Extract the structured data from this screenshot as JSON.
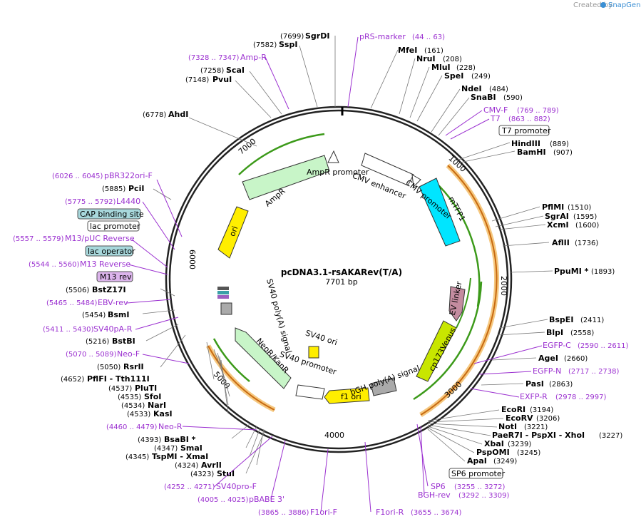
{
  "header": {
    "credit_prefix": "Created by",
    "credit_brand": "SnapGene"
  },
  "plasmid": {
    "name": "pcDNA3.1-rsAKARev(T/A)",
    "length_label": "7701 bp"
  },
  "ticks": [
    "1000",
    "2000",
    "3000",
    "4000",
    "5000",
    "6000",
    "7000"
  ],
  "sites": [
    {
      "name": "SgrDI",
      "pos": "(7699)"
    },
    {
      "name": "SspI",
      "pos": "(7582)"
    },
    {
      "name": "ScaI",
      "pos": "(7258)"
    },
    {
      "name": "PvuI",
      "pos": "(7148)"
    },
    {
      "name": "AhdI",
      "pos": "(6778)"
    },
    {
      "name": "PciI",
      "pos": "(5885)"
    },
    {
      "name": "BstZ17I",
      "pos": "(5506)"
    },
    {
      "name": "BsmI",
      "pos": "(5454)"
    },
    {
      "name": "BstBI",
      "pos": "(5216)"
    },
    {
      "name": "RsrII",
      "pos": "(5050)"
    },
    {
      "name": "PflFI - Tth111I",
      "pos": "(4652)"
    },
    {
      "name": "PluTI",
      "pos": "(4537)"
    },
    {
      "name": "SfoI",
      "pos": "(4535)"
    },
    {
      "name": "NarI",
      "pos": "(4534)"
    },
    {
      "name": "KasI",
      "pos": "(4533)"
    },
    {
      "name": "BsaBI *",
      "pos": "(4393)"
    },
    {
      "name": "SmaI",
      "pos": "(4347)"
    },
    {
      "name": "TspMI - XmaI",
      "pos": "(4345)"
    },
    {
      "name": "AvrII",
      "pos": "(4324)"
    },
    {
      "name": "StuI",
      "pos": "(4323)"
    },
    {
      "name": "MfeI",
      "pos": "(161)"
    },
    {
      "name": "NruI",
      "pos": "(208)"
    },
    {
      "name": "MluI",
      "pos": "(228)"
    },
    {
      "name": "SpeI",
      "pos": "(249)"
    },
    {
      "name": "NdeI",
      "pos": "(484)"
    },
    {
      "name": "SnaBI",
      "pos": "(590)"
    },
    {
      "name": "HindIII",
      "pos": "(889)"
    },
    {
      "name": "BamHI",
      "pos": "(907)"
    },
    {
      "name": "PflMI",
      "pos": "(1510)"
    },
    {
      "name": "SgrAI",
      "pos": "(1595)"
    },
    {
      "name": "XcmI",
      "pos": "(1600)"
    },
    {
      "name": "AflII",
      "pos": "(1736)"
    },
    {
      "name": "PpuMI *",
      "pos": "(1893)"
    },
    {
      "name": "BspEI",
      "pos": "(2411)"
    },
    {
      "name": "BlpI",
      "pos": "(2558)"
    },
    {
      "name": "AgeI",
      "pos": "(2660)"
    },
    {
      "name": "PasI",
      "pos": "(2863)"
    },
    {
      "name": "EcoRI",
      "pos": "(3194)"
    },
    {
      "name": "EcoRV",
      "pos": "(3206)"
    },
    {
      "name": "NotI",
      "pos": "(3221)"
    },
    {
      "name": "PaeR7I - PspXI - XhoI",
      "pos": "(3227)"
    },
    {
      "name": "XbaI",
      "pos": "(3239)"
    },
    {
      "name": "PspOMI",
      "pos": "(3245)"
    },
    {
      "name": "ApaI",
      "pos": "(3249)"
    }
  ],
  "primers": [
    {
      "name": "pRS-marker",
      "pos": "(44 .. 63)"
    },
    {
      "name": "Amp-R",
      "pos": "(7328 .. 7347)"
    },
    {
      "name": "pBR322ori-F",
      "pos": "(6026 .. 6045)"
    },
    {
      "name": "L4440",
      "pos": "(5775 .. 5792)"
    },
    {
      "name": "M13/pUC Reverse",
      "pos": "(5557 .. 5579)"
    },
    {
      "name": "M13 Reverse",
      "pos": "(5544 .. 5560)"
    },
    {
      "name": "EBV-rev",
      "pos": "(5465 .. 5484)"
    },
    {
      "name": "SV40pA-R",
      "pos": "(5411 .. 5430)"
    },
    {
      "name": "Neo-F",
      "pos": "(5070 .. 5089)"
    },
    {
      "name": "Neo-R",
      "pos": "(4460 .. 4479)"
    },
    {
      "name": "SV40pro-F",
      "pos": "(4252 .. 4271)"
    },
    {
      "name": "pBABE 3'",
      "pos": "(4005 .. 4025)"
    },
    {
      "name": "F1ori-F",
      "pos": "(3865 .. 3886)"
    },
    {
      "name": "F1ori-R",
      "pos": "(3655 .. 3674)"
    },
    {
      "name": "SP6",
      "pos": "(3255 .. 3272)"
    },
    {
      "name": "BGH-rev",
      "pos": "(3292 .. 3309)"
    },
    {
      "name": "CMV-F",
      "pos": "(769 .. 789)"
    },
    {
      "name": "T7",
      "pos": "(863 .. 882)"
    },
    {
      "name": "EGFP-C",
      "pos": "(2590 .. 2611)"
    },
    {
      "name": "EGFP-N",
      "pos": "(2717 .. 2738)"
    },
    {
      "name": "EXFP-R",
      "pos": "(2978 .. 2997)"
    }
  ],
  "boxed_labels": [
    "CAP binding site",
    "lac promoter",
    "lac operator",
    "M13 rev",
    "T7 promoter",
    "SP6 promoter"
  ],
  "features": [
    "AmpR promoter",
    "AmpR",
    "ori",
    "CMV enhancer",
    "CMV promoter",
    "mTFP1",
    "EV linker",
    "cp173Venus",
    "bGH poly(A) signal",
    "f1 ori",
    "SV40 promoter",
    "NeoR/KanR",
    "SV40 ori",
    "SV40 poly(A) signal"
  ],
  "colors": {
    "backbone": "#222222",
    "primer": "#9b30d0",
    "mTFP1": "#00e5ff",
    "ampR": "#c8f5c8",
    "ori": "#ffee00",
    "cp173Venus": "#c8e600",
    "ev_linker": "#c48ca0",
    "promoter": "#ffffff",
    "cap_box": "#a8d8dc",
    "m13rev_box": "#dcb4ec",
    "orange_arc": "#f0a020",
    "green_arc": "#3c9a1a"
  }
}
